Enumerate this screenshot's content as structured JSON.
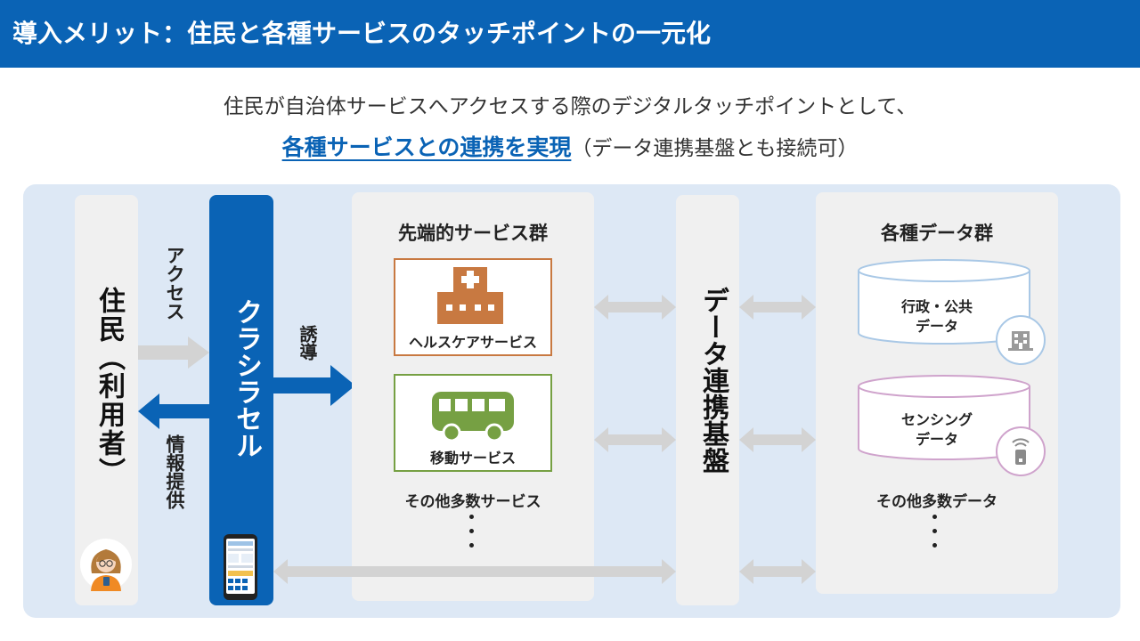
{
  "header": {
    "title": "導入メリット：住民と各種サービスのタッチポイントの一元化"
  },
  "lead": {
    "line1": "住民が自治体サービスへアクセスする際のデジタルタッチポイントとして、",
    "line2_emphasis": "各種サービスとの連携を実現",
    "line2_rest": "（データ連携基盤とも接続可）"
  },
  "diagram": {
    "resident": "住民（利用者）",
    "access_label": "アクセス",
    "info_label": "情報提供",
    "kurashirasel": "クラシラセル",
    "guide_label": "誘導",
    "services": {
      "title": "先端的サービス群",
      "items": [
        {
          "label": "ヘルスケアサービス",
          "icon": "hospital-icon",
          "color": "#c87941"
        },
        {
          "label": "移動サービス",
          "icon": "bus-icon",
          "color": "#76a043"
        }
      ],
      "other": "その他多数サービス"
    },
    "platform": "データ連携基盤",
    "data": {
      "title": "各種データ群",
      "items": [
        {
          "line1": "行政・公共",
          "line2": "データ",
          "icon": "building-icon",
          "color": "#a9c8e6"
        },
        {
          "line1": "センシング",
          "line2": "データ",
          "icon": "sensor-icon",
          "color": "#cfa3cc"
        }
      ],
      "other": "その他多数データ"
    }
  },
  "colors": {
    "brand_blue": "#0a63b5",
    "panel_bg": "#dde8f5",
    "column_grey": "#f0f0f0",
    "arrow_grey": "#d3d3d3"
  }
}
